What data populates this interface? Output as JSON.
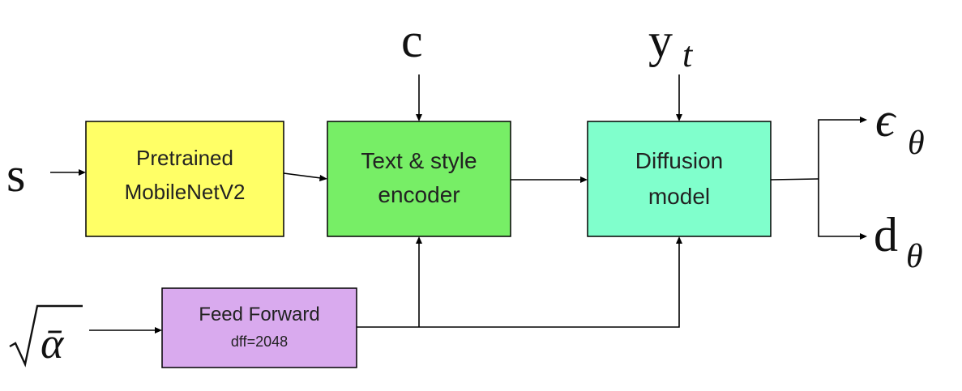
{
  "colors": {
    "mobilenet": "#ffff66",
    "encoder": "#77ee66",
    "diffusion": "#80ffcc",
    "feedforward": "#d9aaee"
  },
  "inputs": {
    "s": "s",
    "c": "c",
    "y_base": "y",
    "y_sub": "t",
    "alpha": "ᾱ"
  },
  "blocks": {
    "mobilenet": {
      "line1": "Pretrained",
      "line2": "MobileNetV2"
    },
    "encoder": {
      "line1": "Text & style",
      "line2": "encoder"
    },
    "diffusion": {
      "line1": "Diffusion",
      "line2": "model"
    },
    "feedforward": {
      "line1": "Feed Forward",
      "line2": "dff=2048"
    }
  },
  "outputs": {
    "eps_base": "ϵ",
    "d_base": "d",
    "sub": "θ"
  }
}
